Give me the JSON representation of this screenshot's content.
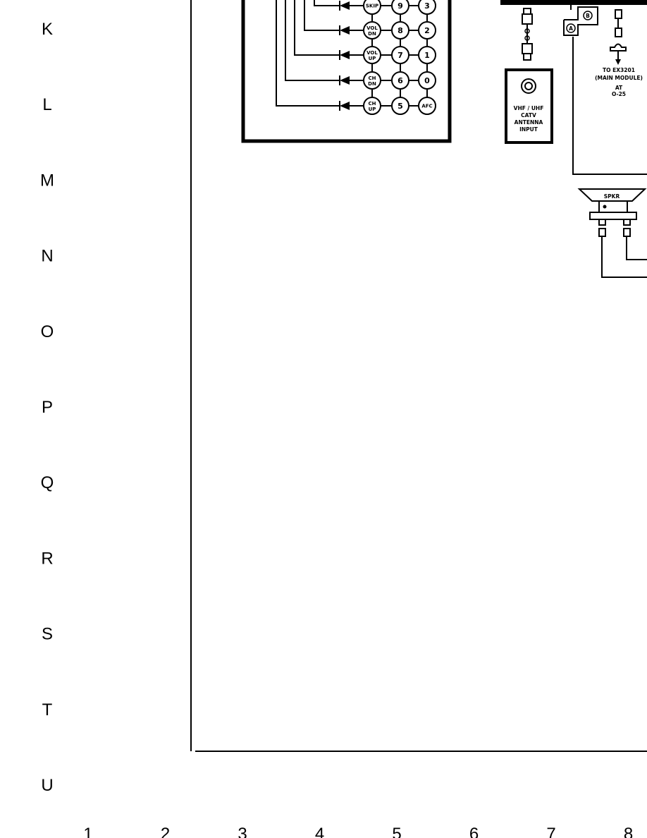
{
  "row_labels": [
    "K",
    "L",
    "M",
    "N",
    "O",
    "P",
    "Q",
    "R",
    "S",
    "T",
    "U"
  ],
  "column_labels": [
    "1",
    "2",
    "3",
    "4",
    "5",
    "6",
    "7",
    "8"
  ],
  "keypad": {
    "rows": [
      {
        "func": [
          "SKIP"
        ],
        "keys": [
          "9",
          "3"
        ]
      },
      {
        "func": [
          "VOL",
          "DN"
        ],
        "keys": [
          "8",
          "2"
        ]
      },
      {
        "func": [
          "VOL",
          "UP"
        ],
        "keys": [
          "7",
          "1"
        ]
      },
      {
        "func": [
          "CH",
          "DN"
        ],
        "keys": [
          "6",
          "0"
        ]
      },
      {
        "func": [
          "CH",
          "UP"
        ],
        "keys": [
          "5",
          "AFC"
        ]
      }
    ]
  },
  "antenna": {
    "lines": [
      "VHF / UHF",
      "CATV",
      "ANTENNA",
      "INPUT"
    ]
  },
  "connector": {
    "a": "A",
    "b": "B"
  },
  "to_main": {
    "lines": [
      "TO EX3201",
      "(MAIN MODULE)",
      "AT",
      "O-25"
    ]
  },
  "speaker": {
    "label": "SPKR"
  }
}
